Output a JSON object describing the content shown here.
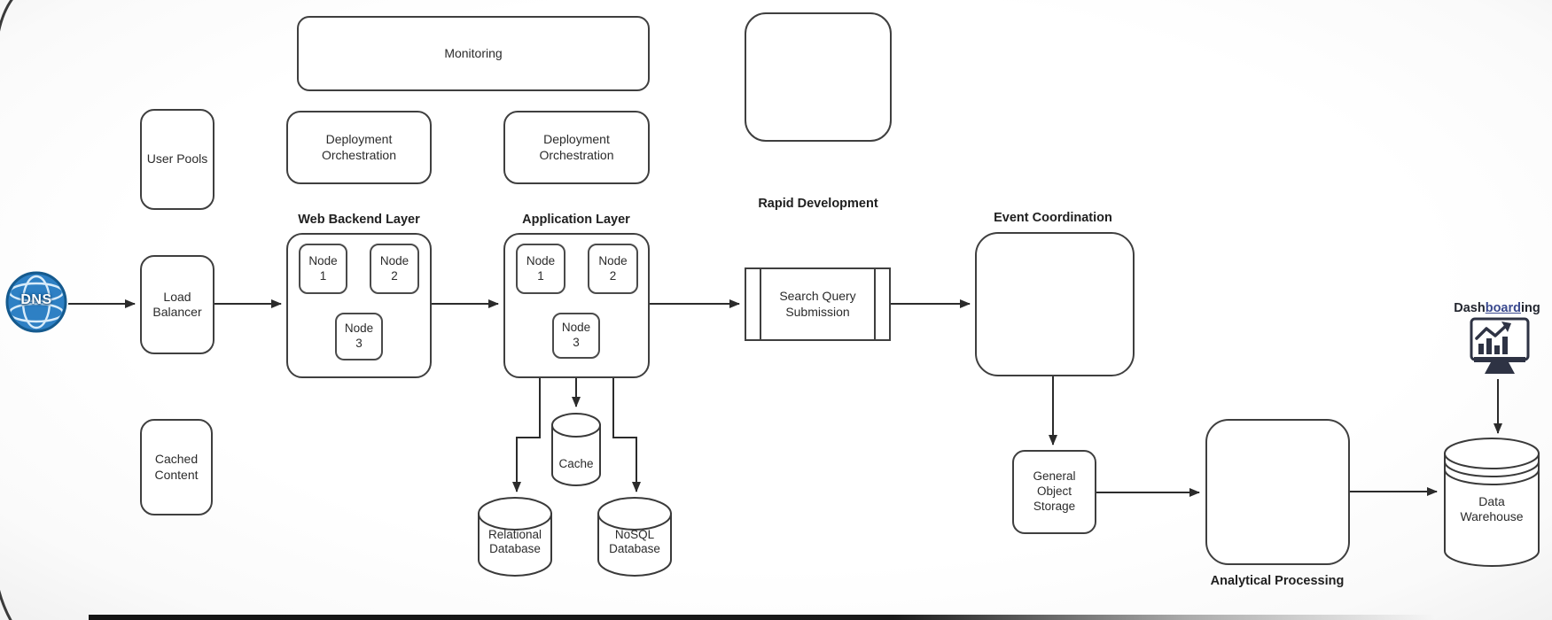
{
  "diagram": {
    "top": {
      "monitoring": "Monitoring",
      "deployment_orchestration_left": "Deployment Orchestration",
      "deployment_orchestration_right": "Deployment Orchestration",
      "user_pools": "User Pools",
      "rapid_development": "Rapid Development"
    },
    "flow": {
      "dns": "DNS",
      "load_balancer": "Load Balancer",
      "web_backend_layer": {
        "title": "Web Backend Layer",
        "nodes": [
          "Node 1",
          "Node 2",
          "Node 3"
        ]
      },
      "application_layer": {
        "title": "Application Layer",
        "nodes": [
          "Node 1",
          "Node 2",
          "Node 3"
        ]
      },
      "search_query_submission": "Search Query Submission",
      "event_coordination": "Event Coordination"
    },
    "storage": {
      "cached_content": "Cached Content",
      "cache": "Cache",
      "relational_database": "Relational Database",
      "nosql_database": "NoSQL Database"
    },
    "analytics": {
      "general_object_storage": "General Object Storage",
      "analytical_processing": "Analytical Processing",
      "data_warehouse": "Data Warehouse",
      "dashboarding": {
        "pre": "Dash",
        "mid": "board",
        "post": "ing"
      }
    },
    "colors": {
      "line": "#3f3f3f",
      "dns_blue": "#2e80c4",
      "icon_navy": "#2e3344"
    }
  }
}
